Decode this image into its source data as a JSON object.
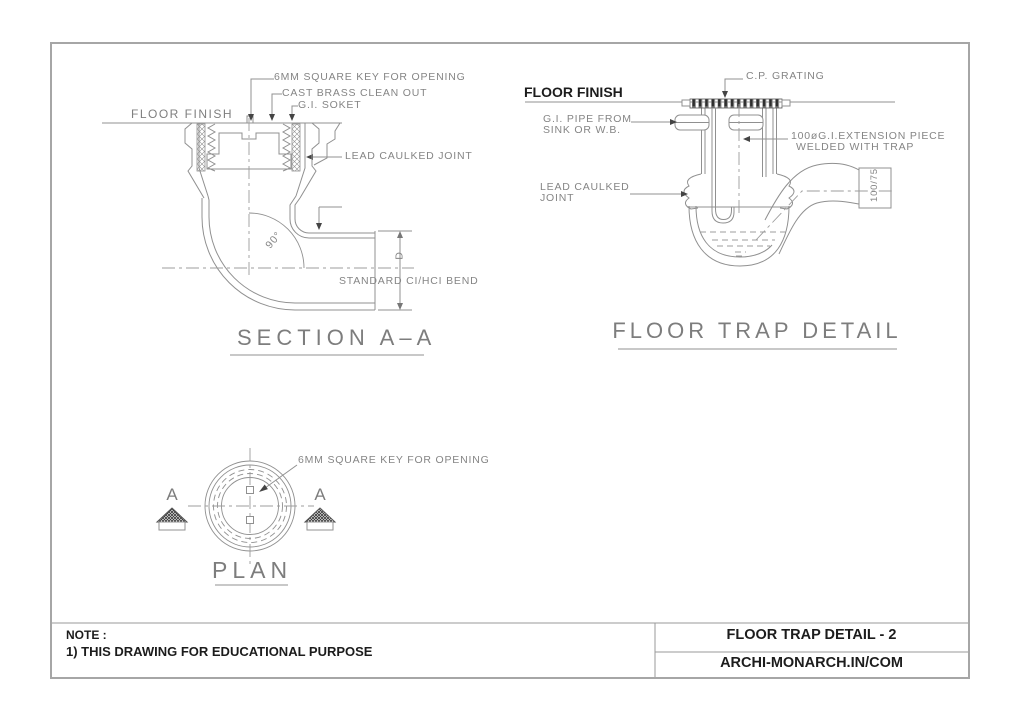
{
  "colors": {
    "line": "#909090",
    "label_text": "#858585",
    "dark_text": "#1c1c1c"
  },
  "section_aa": {
    "title": "SECTION A–A",
    "labels": {
      "key": "6MM SQUARE KEY FOR OPENING",
      "cleanout": "CAST BRASS CLEAN OUT",
      "soket": "G.I. SOKET",
      "floor_finish": "FLOOR FINISH",
      "lead_joint": "LEAD CAULKED JOINT",
      "bend": "STANDARD CI/HCI BEND",
      "angle": "90°",
      "dim": "D"
    }
  },
  "floor_trap": {
    "title": "FLOOR TRAP DETAIL",
    "labels": {
      "grating": "C.P. GRATING",
      "floor_finish": "FLOOR FINISH",
      "gi_pipe_1": "G.I. PIPE FROM",
      "gi_pipe_2": "SINK OR W.B.",
      "extension_1": "100øG.I.EXTENSION PIECE",
      "extension_2": "WELDED WITH TRAP",
      "lead_1": "LEAD CAULKED",
      "lead_2": "JOINT",
      "size": "100/75"
    }
  },
  "plan": {
    "title": "PLAN",
    "labels": {
      "key": "6MM SQUARE KEY FOR OPENING",
      "marker_left": "A",
      "marker_right": "A"
    }
  },
  "note": {
    "label": "NOTE :",
    "line1": "1) THIS DRAWING FOR EDUCATIONAL PURPOSE"
  },
  "title_block": {
    "title": "FLOOR TRAP DETAIL - 2",
    "website": "ARCHI-MONARCH.IN/COM"
  }
}
